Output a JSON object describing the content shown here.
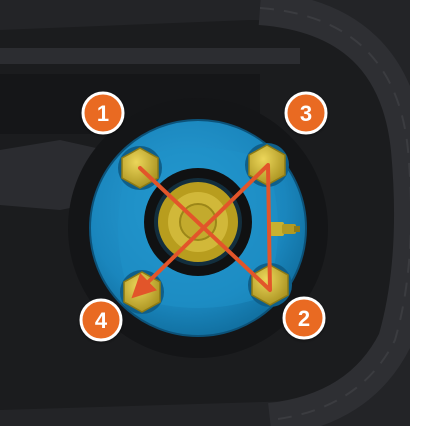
{
  "colors": {
    "background": "#ffffff",
    "housing": "#1c1d1f",
    "housing_edge": "#3a3b3e",
    "track": "#2a2b2e",
    "hub": "#1a88c0",
    "hub_shadow": "#0f5f8a",
    "bolt": "#c8b130",
    "bolt_highlight": "#e6cf52",
    "arrow": "#e2552a",
    "badge": "#e96a20",
    "badge_ring": "#ffffff"
  },
  "diagram": {
    "description_icons": [
      "tensioner-wheel",
      "hub-bolt",
      "grease-fitting"
    ],
    "bolt_sequence": [
      {
        "number": "1",
        "bolt": "top-left"
      },
      {
        "number": "2",
        "bolt": "bottom-right"
      },
      {
        "number": "3",
        "bolt": "top-right"
      },
      {
        "number": "4",
        "bolt": "bottom-left"
      }
    ]
  }
}
